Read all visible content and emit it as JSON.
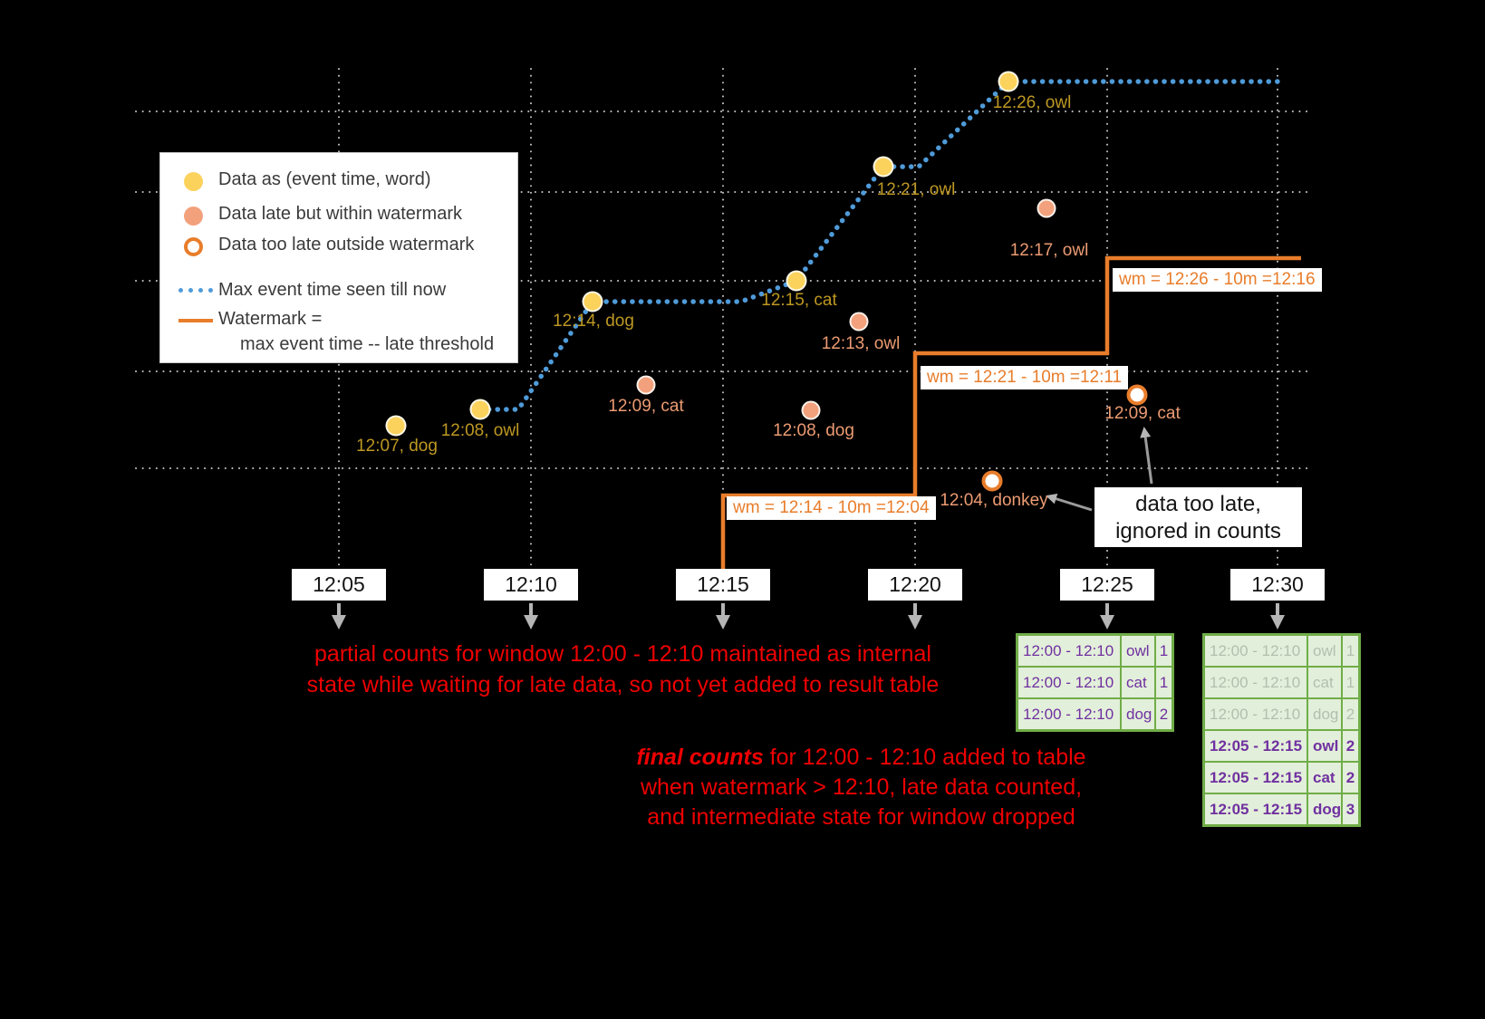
{
  "colors": {
    "background": "#000000",
    "on_time_point": "#fbd25c",
    "late_point": "#f2a17c",
    "too_late_ring": "#e87d2b",
    "max_event_line": "#4f9bd9",
    "watermark_line": "#e87d2b",
    "annotation_red": "#ee0000",
    "table_border_green": "#70ad47",
    "table_bg_green": "#e2efda",
    "table_text_purple": "#7030a0"
  },
  "legend": {
    "on_time": "Data as (event time, word)",
    "late": "Data late but within watermark",
    "too_late": "Data too late outside watermark",
    "max_event": "Max event time seen till now",
    "watermark_line1": "Watermark =",
    "watermark_line2": "max event time -- late threshold"
  },
  "points": {
    "on_time": [
      {
        "label": "12:07, dog"
      },
      {
        "label": "12:08, owl"
      },
      {
        "label": "12:14, dog"
      },
      {
        "label": "12:15, cat"
      },
      {
        "label": "12:21, owl"
      },
      {
        "label": "12:26, owl"
      }
    ],
    "late": [
      {
        "label": "12:09, cat"
      },
      {
        "label": "12:08, dog"
      },
      {
        "label": "12:13, owl"
      },
      {
        "label": "12:17, owl"
      }
    ],
    "too_late": [
      {
        "label": "12:04, donkey"
      },
      {
        "label": "12:09, cat"
      }
    ]
  },
  "watermarks": [
    {
      "label": "wm = 12:14 - 10m =12:04"
    },
    {
      "label": "wm = 12:21 - 10m =12:11"
    },
    {
      "label": "wm = 12:26 - 10m =12:16"
    }
  ],
  "axis": {
    "ticks": [
      "12:05",
      "12:10",
      "12:15",
      "12:20",
      "12:25",
      "12:30"
    ]
  },
  "annotations": {
    "partial_line1": "partial counts for window 12:00 - 12:10 maintained as internal",
    "partial_line2": "state while waiting for late data, so not yet added  to result table",
    "final_emph": "final counts",
    "final_line1_rest": " for 12:00 - 12:10 added to table",
    "final_line2": "when watermark > 12:10, late data counted,",
    "final_line3": "and intermediate state for window dropped",
    "too_late_line1": "data too late,",
    "too_late_line2": "ignored in counts"
  },
  "tables": {
    "partial": {
      "rows": [
        {
          "window": "12:00 - 12:10",
          "word": "owl",
          "count": "1"
        },
        {
          "window": "12:00 - 12:10",
          "word": "cat",
          "count": "1"
        },
        {
          "window": "12:00 - 12:10",
          "word": "dog",
          "count": "2"
        }
      ]
    },
    "final": {
      "rows": [
        {
          "window": "12:00 - 12:10",
          "word": "owl",
          "count": "1",
          "faded": true
        },
        {
          "window": "12:00 - 12:10",
          "word": "cat",
          "count": "1",
          "faded": true
        },
        {
          "window": "12:00 - 12:10",
          "word": "dog",
          "count": "2",
          "faded": true
        },
        {
          "window": "12:05 - 12:15",
          "word": "owl",
          "count": "2",
          "faded": false
        },
        {
          "window": "12:05 - 12:15",
          "word": "cat",
          "count": "2",
          "faded": false
        },
        {
          "window": "12:05 - 12:15",
          "word": "dog",
          "count": "3",
          "faded": false
        }
      ]
    }
  }
}
